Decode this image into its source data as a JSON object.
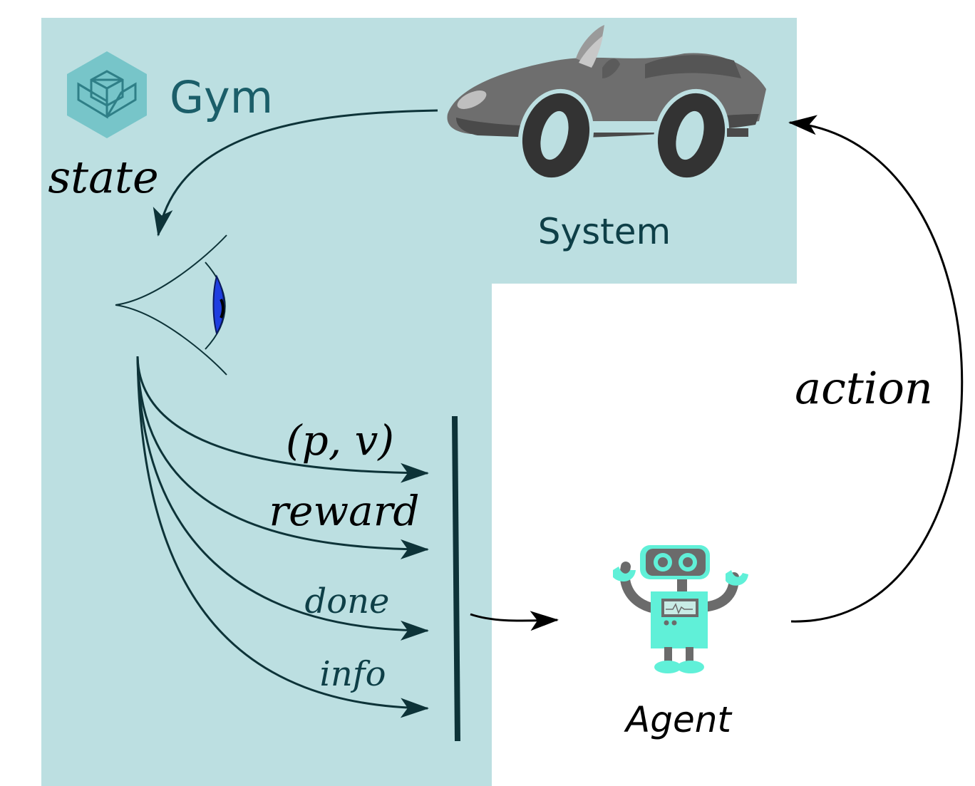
{
  "logo": {
    "name": "Gym",
    "icon": "gym-hexagon-icon"
  },
  "labels": {
    "state": "state",
    "system": "System",
    "action": "action",
    "agent": "Agent"
  },
  "observations": [
    {
      "label": "(p, v)"
    },
    {
      "label": "reward"
    },
    {
      "label": "done"
    },
    {
      "label": "info"
    }
  ],
  "icons": {
    "system": "car-icon",
    "observer": "eye-icon",
    "agent": "robot-icon"
  },
  "colors": {
    "env_panel": "#bcdfe1",
    "dark_teal": "#0e3f47",
    "robot": "#60f0d8",
    "car": "#6e6e6e",
    "eye_iris": "#1e3ee0"
  }
}
